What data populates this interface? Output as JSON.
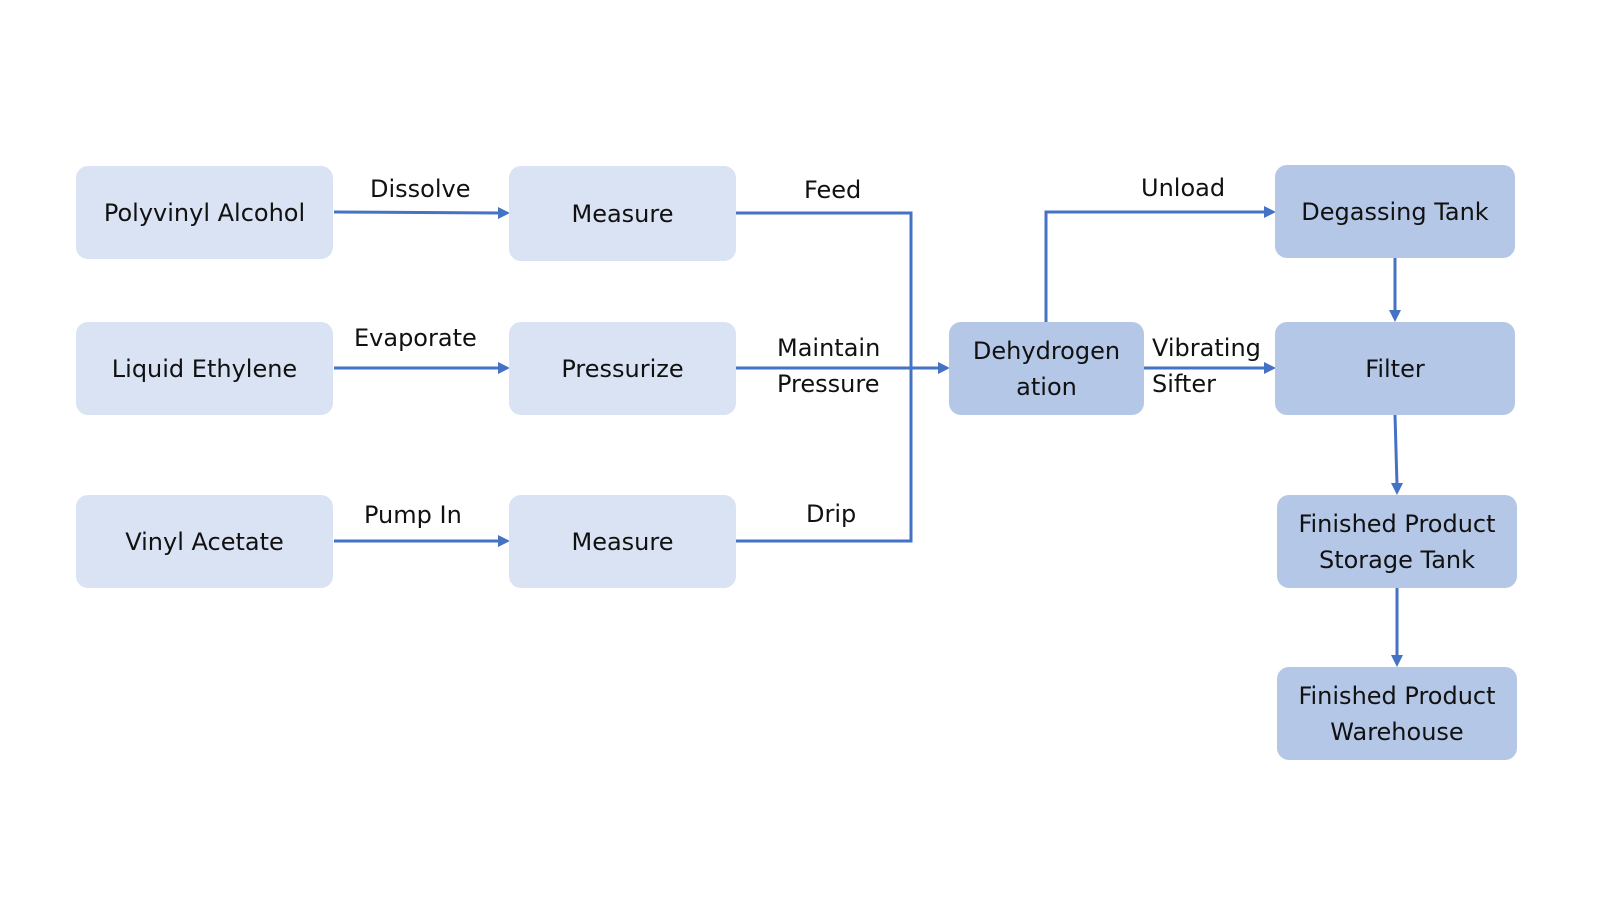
{
  "colors": {
    "edge": "#4472c4",
    "node_light": "#dae3f3",
    "node_mid": "#b4c7e7",
    "text": "#111111"
  },
  "nodes": {
    "polyvinyl_alcohol": "Polyvinyl Alcohol",
    "measure_1": "Measure",
    "liquid_ethylene": "Liquid Ethylene",
    "pressurize": "Pressurize",
    "vinyl_acetate": "Vinyl Acetate",
    "measure_2": "Measure",
    "dehydrogenation": "Dehydrogen ation",
    "degassing_tank": "Degassing Tank",
    "filter": "Filter",
    "finished_product_storage_tank": "Finished Product Storage Tank",
    "finished_product_warehouse": "Finished Product Warehouse"
  },
  "edge_labels": {
    "dissolve": "Dissolve",
    "evaporate": "Evaporate",
    "pump_in": "Pump In",
    "feed": "Feed",
    "maintain_pressure": "Maintain Pressure",
    "drip": "Drip",
    "unload": "Unload",
    "vibrating_sifter": "Vibrating Sifter"
  }
}
